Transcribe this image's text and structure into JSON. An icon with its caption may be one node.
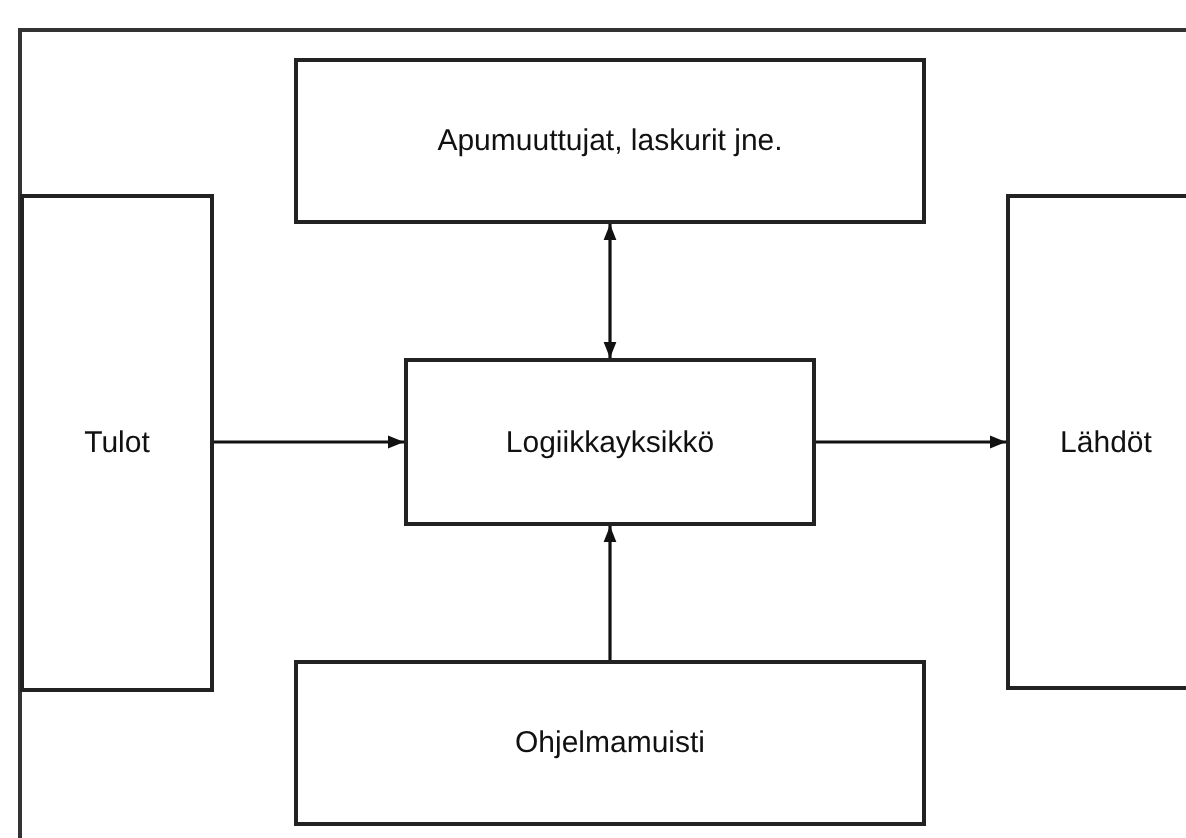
{
  "diagram": {
    "nodes": [
      {
        "text": [
          "Apumuuttujat, laskurit jne."
        ]
      },
      {
        "text": [
          "Tulot"
        ]
      },
      {
        "text": [
          "Logiikkayksikkö"
        ]
      },
      {
        "text": [
          "Lähdöt"
        ]
      },
      {
        "text": [
          "Ohjelmamuisti"
        ]
      }
    ],
    "edges": [
      {
        "from": 1,
        "to": 2,
        "arrow": "to"
      },
      {
        "from": 2,
        "to": 3,
        "arrow": "to"
      },
      {
        "from": 0,
        "to": 2,
        "arrow": "both"
      },
      {
        "from": 4,
        "to": 2,
        "arrow": "to"
      }
    ]
  }
}
